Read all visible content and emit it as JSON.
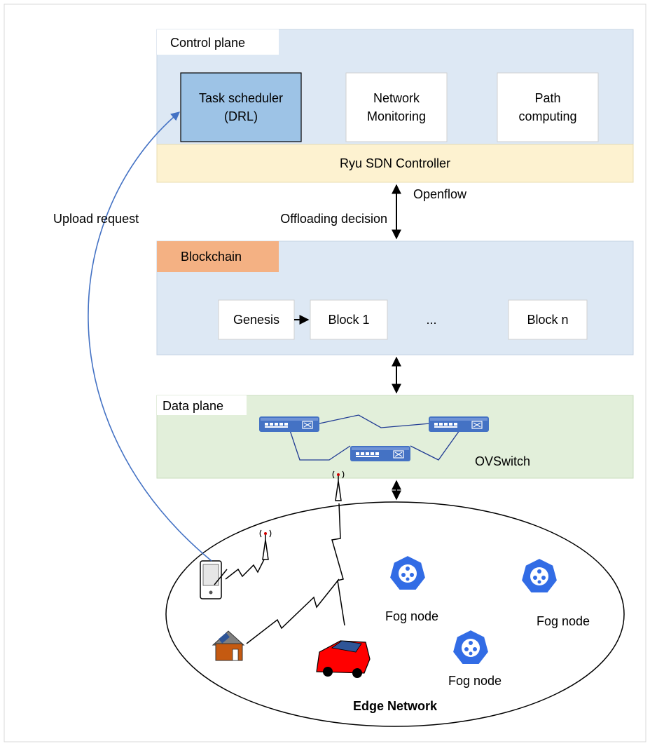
{
  "diagram": {
    "control_plane": {
      "label": "Control plane",
      "boxes": {
        "task_scheduler": [
          "Task scheduler",
          "(DRL)"
        ],
        "network_monitoring": [
          "Network",
          "Monitoring"
        ],
        "path_computing": [
          "Path",
          "computing"
        ]
      },
      "controller": "Ryu SDN Controller"
    },
    "openflow": "Openflow",
    "offloading": "Offloading decision",
    "upload": "Upload request",
    "blockchain": {
      "label": "Blockchain",
      "genesis": "Genesis",
      "block1": "Block 1",
      "ellipsis": "...",
      "blockn": "Block n"
    },
    "data_plane": {
      "label": "Data plane",
      "switch_label": "OVSwitch"
    },
    "edge": {
      "title": "Edge Network",
      "fog_nodes": [
        "Fog node",
        "Fog node",
        "Fog node"
      ]
    },
    "colors": {
      "plane_fill": "#dde8f4",
      "controller_fill": "#fdf2d0",
      "scheduler_fill": "#9dc3e6",
      "blockchain_tab": "#f4b183",
      "data_plane_fill": "#e2efda",
      "switch_blue": "#4472c4",
      "fog_blue": "#326ce5",
      "arrow_blue": "#4472c4"
    }
  }
}
